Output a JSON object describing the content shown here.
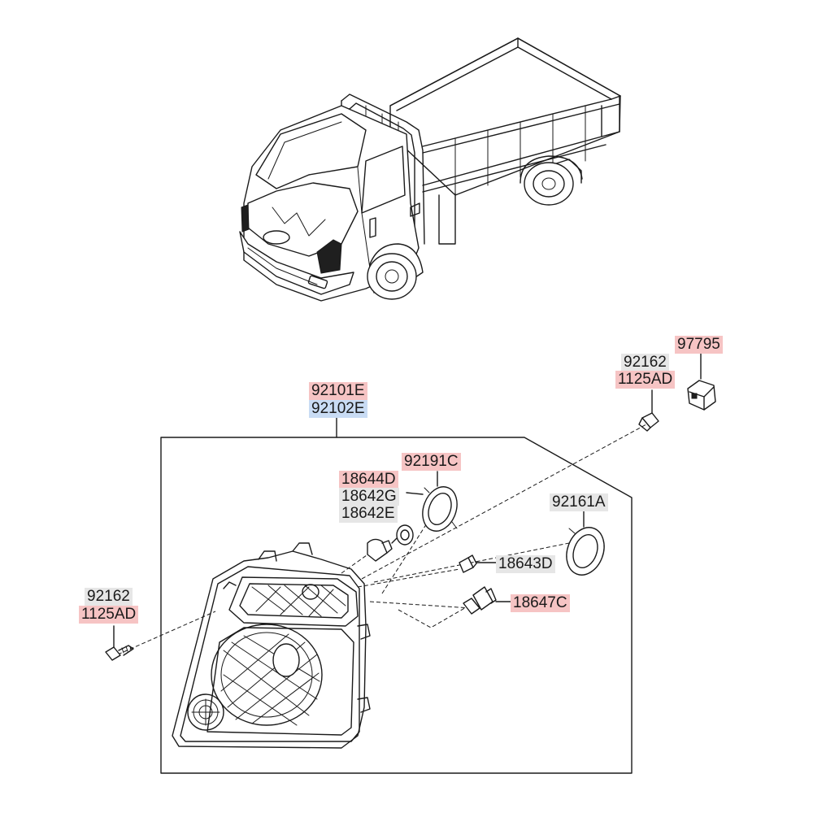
{
  "colors": {
    "highlight_red": "#f6c4c4",
    "highlight_blue": "#c9dcf4",
    "highlight_gray": "#e6e6e6",
    "line": "#1a1a1a"
  },
  "labels": {
    "assembly_lh": "92101E",
    "assembly_rh": "92102E",
    "bulb_position": "18644D",
    "bulb_position_alt1": "18642G",
    "bulb_position_alt2": "18642E",
    "cap_small": "92191C",
    "cap_large": "92161A",
    "bulb_side": "18643D",
    "bulb_headlamp": "18647C",
    "bracket": "97795",
    "bolt_top_part": "92162",
    "bolt_top_screw": "1125AD",
    "bolt_left_part": "92162",
    "bolt_left_screw": "1125AD"
  }
}
